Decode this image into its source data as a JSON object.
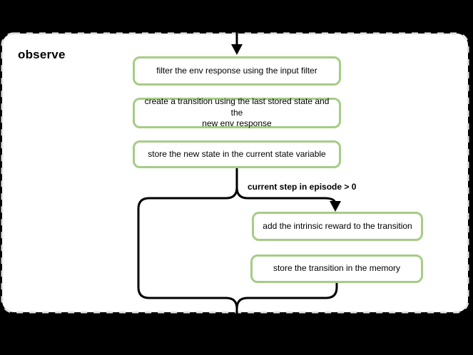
{
  "diagram": {
    "group_title": "observe",
    "condition_label": "current step in episode > 0",
    "steps": [
      "filter the env response using the input filter",
      "create a transition using the last stored state and the\nnew env response",
      "store the new state in the current state variable",
      "add the intrinsic reward to the transition",
      "store the transition in the memory"
    ],
    "colors": {
      "background": "#000000",
      "container_fill": "#ffffff",
      "container_border_dash": "#e3e3e3",
      "step_box_border": "#a6cc86",
      "step_box_fill": "#ffffff",
      "connector": "#000000",
      "text": "#000000"
    }
  }
}
